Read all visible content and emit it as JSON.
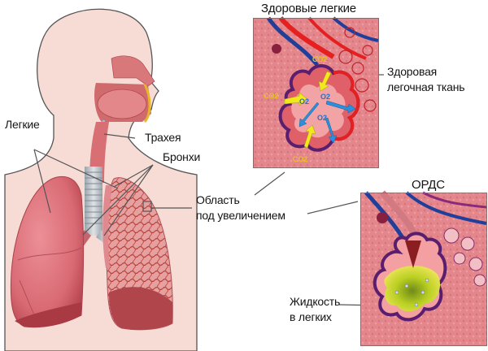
{
  "figure": {
    "topic": "Healthy lungs vs ARDS",
    "colors": {
      "skin": "#f7dcd6",
      "outline": "#555555",
      "lung": "#e0707a",
      "lung_dark": "#b8464f",
      "tissue_bg": "#e48a8f",
      "artery": "#e42020",
      "vein": "#1f3f9a",
      "alveolus_wall": "#5a1e6e",
      "co2_arrow": "#f2e81e",
      "o2_arrow": "#2a8fdc",
      "fluid": "#c8d62a"
    }
  },
  "labels": {
    "lungs": "Легкие",
    "trachea": "Трахея",
    "bronchi": "Бронхи",
    "magnified_line1": "Область",
    "magnified_line2": "под увеличением",
    "healthy_tissue_line1": "Здоровая",
    "healthy_tissue_line2": "легочная ткань",
    "fluid_line1": "Жидкость",
    "fluid_line2": "в легких"
  },
  "panels": {
    "healthy": {
      "title": "Здоровые легкие",
      "gas_labels": {
        "co2_top": "CO2",
        "co2_left": "CO2",
        "co2_bottom": "CO2",
        "o2_a": "O2",
        "o2_b": "O2",
        "o2_c": "O2"
      }
    },
    "ards": {
      "title": "ОРДС"
    }
  }
}
